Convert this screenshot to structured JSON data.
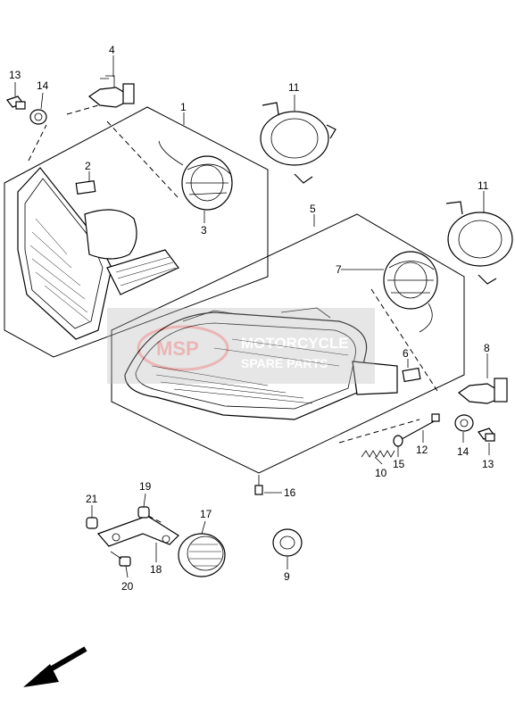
{
  "callouts": [
    {
      "id": "c1",
      "label": "1"
    },
    {
      "id": "c2",
      "label": "2"
    },
    {
      "id": "c3",
      "label": "3"
    },
    {
      "id": "c4",
      "label": "4"
    },
    {
      "id": "c5",
      "label": "5"
    },
    {
      "id": "c6",
      "label": "6"
    },
    {
      "id": "c7",
      "label": "7"
    },
    {
      "id": "c8",
      "label": "8"
    },
    {
      "id": "c9",
      "label": "9"
    },
    {
      "id": "c10",
      "label": "10"
    },
    {
      "id": "c11a",
      "label": "11"
    },
    {
      "id": "c11b",
      "label": "11"
    },
    {
      "id": "c12",
      "label": "12"
    },
    {
      "id": "c13a",
      "label": "13"
    },
    {
      "id": "c13b",
      "label": "13"
    },
    {
      "id": "c14a",
      "label": "14"
    },
    {
      "id": "c14b",
      "label": "14"
    },
    {
      "id": "c15",
      "label": "15"
    },
    {
      "id": "c16",
      "label": "16"
    },
    {
      "id": "c17",
      "label": "17"
    },
    {
      "id": "c18",
      "label": "18"
    },
    {
      "id": "c19",
      "label": "19"
    },
    {
      "id": "c20",
      "label": "20"
    },
    {
      "id": "c21",
      "label": "21"
    }
  ],
  "watermark": {
    "badge": "MSP",
    "line1": "MOTORCYCLE",
    "line2": "SPARE PARTS"
  }
}
